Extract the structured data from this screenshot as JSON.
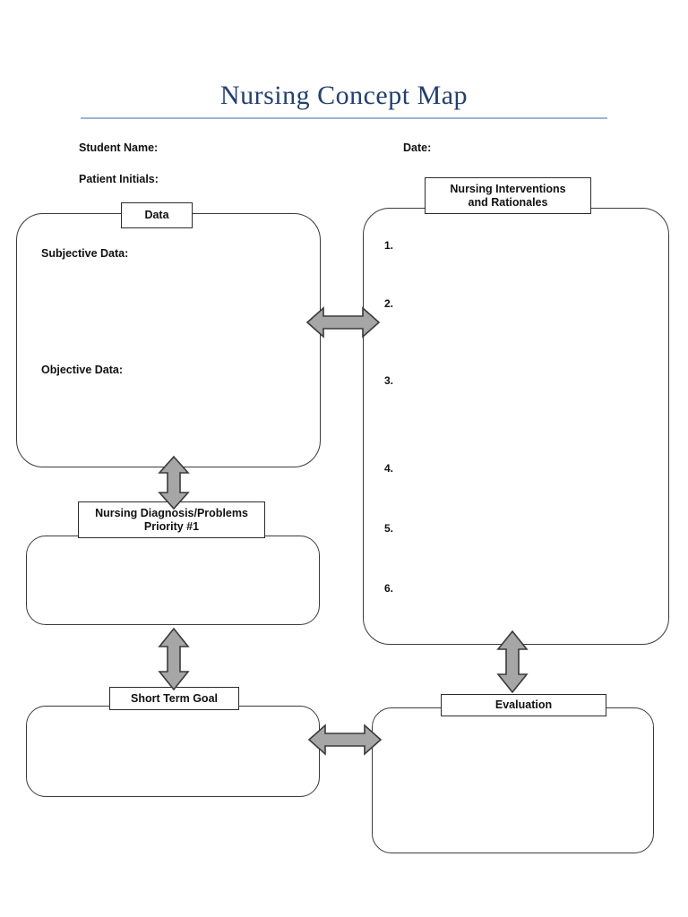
{
  "document": {
    "title": "Nursing Concept Map",
    "accent_color": "#23406e",
    "rule_color": "#9cb3d4",
    "arrow_fill": "#a6a6a6",
    "arrow_stroke": "#3a3a3a"
  },
  "header": {
    "student_name_label": "Student Name:",
    "date_label": "Date:",
    "patient_initials_label": "Patient Initials:"
  },
  "data_panel": {
    "box_label": "Data",
    "subjective_label": "Subjective Data:",
    "objective_label": "Objective Data:",
    "subjective_value": "",
    "objective_value": ""
  },
  "interventions_panel": {
    "box_label": "Nursing Interventions\nand Rationales",
    "box_label_line1": "Nursing Interventions",
    "box_label_line2": "and Rationales",
    "items": [
      {
        "number": "1.",
        "value": ""
      },
      {
        "number": "2.",
        "value": ""
      },
      {
        "number": "3.",
        "value": ""
      },
      {
        "number": "4.",
        "value": ""
      },
      {
        "number": "5.",
        "value": ""
      },
      {
        "number": "6.",
        "value": ""
      }
    ]
  },
  "diagnosis_panel": {
    "box_label_line1": "Nursing Diagnosis/Problems",
    "box_label_line2": "Priority #1",
    "value": ""
  },
  "goal_panel": {
    "box_label": "Short Term Goal",
    "value": ""
  },
  "evaluation_panel": {
    "box_label": "Evaluation",
    "value": ""
  },
  "connectors": [
    {
      "name": "data-to-interventions",
      "direction": "horizontal-double"
    },
    {
      "name": "data-to-diagnosis",
      "direction": "vertical-double"
    },
    {
      "name": "diagnosis-to-goal",
      "direction": "vertical-double"
    },
    {
      "name": "interventions-to-evaluation",
      "direction": "vertical-double"
    },
    {
      "name": "goal-to-evaluation",
      "direction": "horizontal-double"
    }
  ]
}
